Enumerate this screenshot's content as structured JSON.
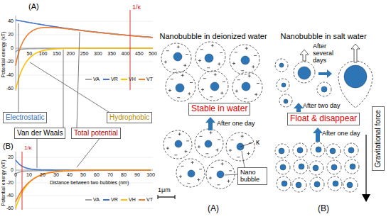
{
  "diagram": {
    "nodes": [
      {
        "text": [
          "Electrostatic"
        ]
      },
      {
        "text": [
          "Hydrophobic"
        ]
      },
      {
        "text": [
          "Van der Waals"
        ]
      },
      {
        "text": [
          "Total potential"
        ]
      },
      {
        "text": [
          "Stable in water"
        ]
      },
      {
        "text": [
          "Nano bubble"
        ]
      },
      {
        "text": [
          "Float & disappear"
        ]
      },
      {
        "text": [
          "Gravitational force"
        ]
      }
    ],
    "labels": [
      "(A)",
      "1/κ",
      "40",
      "20",
      "0",
      "-20",
      "-40",
      "-60",
      "Potential energy (kT)",
      "50",
      "100",
      "150",
      "200",
      "250",
      "300",
      "350",
      "400",
      "450",
      "500",
      "(B)",
      "1/κ",
      "20",
      "0",
      "-20",
      "-40",
      "-60",
      "Potential energy (kT)",
      "0",
      "10",
      "20",
      "30",
      "40",
      "50",
      "60",
      "70",
      "80",
      "90",
      "100",
      "Distance between two bubbles (nm)",
      "Nanobubble in deionized water",
      "After one day",
      "κ",
      "1μm",
      "(A)",
      "Nanobubble in salt water",
      "After several days",
      "After two day",
      "After one day",
      "(B)"
    ],
    "legend": [
      {
        "text": "VA"
      },
      {
        "text": "VR"
      },
      {
        "text": "VH"
      },
      {
        "text": "VT"
      },
      {
        "text": "VA"
      },
      {
        "text": "VR"
      },
      {
        "text": "VH"
      },
      {
        "text": "VT"
      }
    ]
  }
}
